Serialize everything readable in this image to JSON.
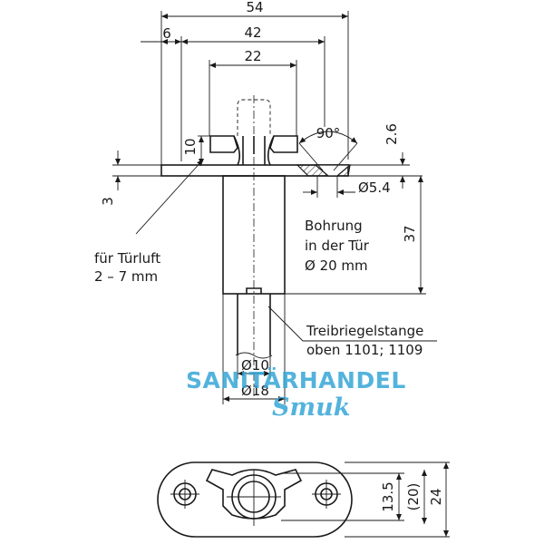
{
  "dimensions": {
    "total_width": "54",
    "left_offset": "6",
    "hole_spacing": "42",
    "wing_width": "22",
    "countersink_angle": "90°",
    "plate_depth": "2.6",
    "plate_thickness": "3",
    "wing_height": "10",
    "hole_diameter": "Ø5.4",
    "body_length": "37",
    "pin_diameter": "Ø10",
    "body_diameter": "Ø18",
    "plate_dim_small": "13.5",
    "plate_dim_mid": "(20)",
    "plate_height": "24"
  },
  "notes": {
    "door_gap_line1": "für Türluft",
    "door_gap_line2": "2 – 7  mm",
    "bore_line1": "Bohrung",
    "bore_line2": "in der Tür",
    "bore_line3": "Ø 20 mm",
    "rod_line1": "Treibriegelstange",
    "rod_line2": "oben 1101; 1109"
  },
  "watermark": {
    "line1": "SANITÄRHANDEL",
    "line2": "Smuk",
    "color": "#36a6d6"
  }
}
